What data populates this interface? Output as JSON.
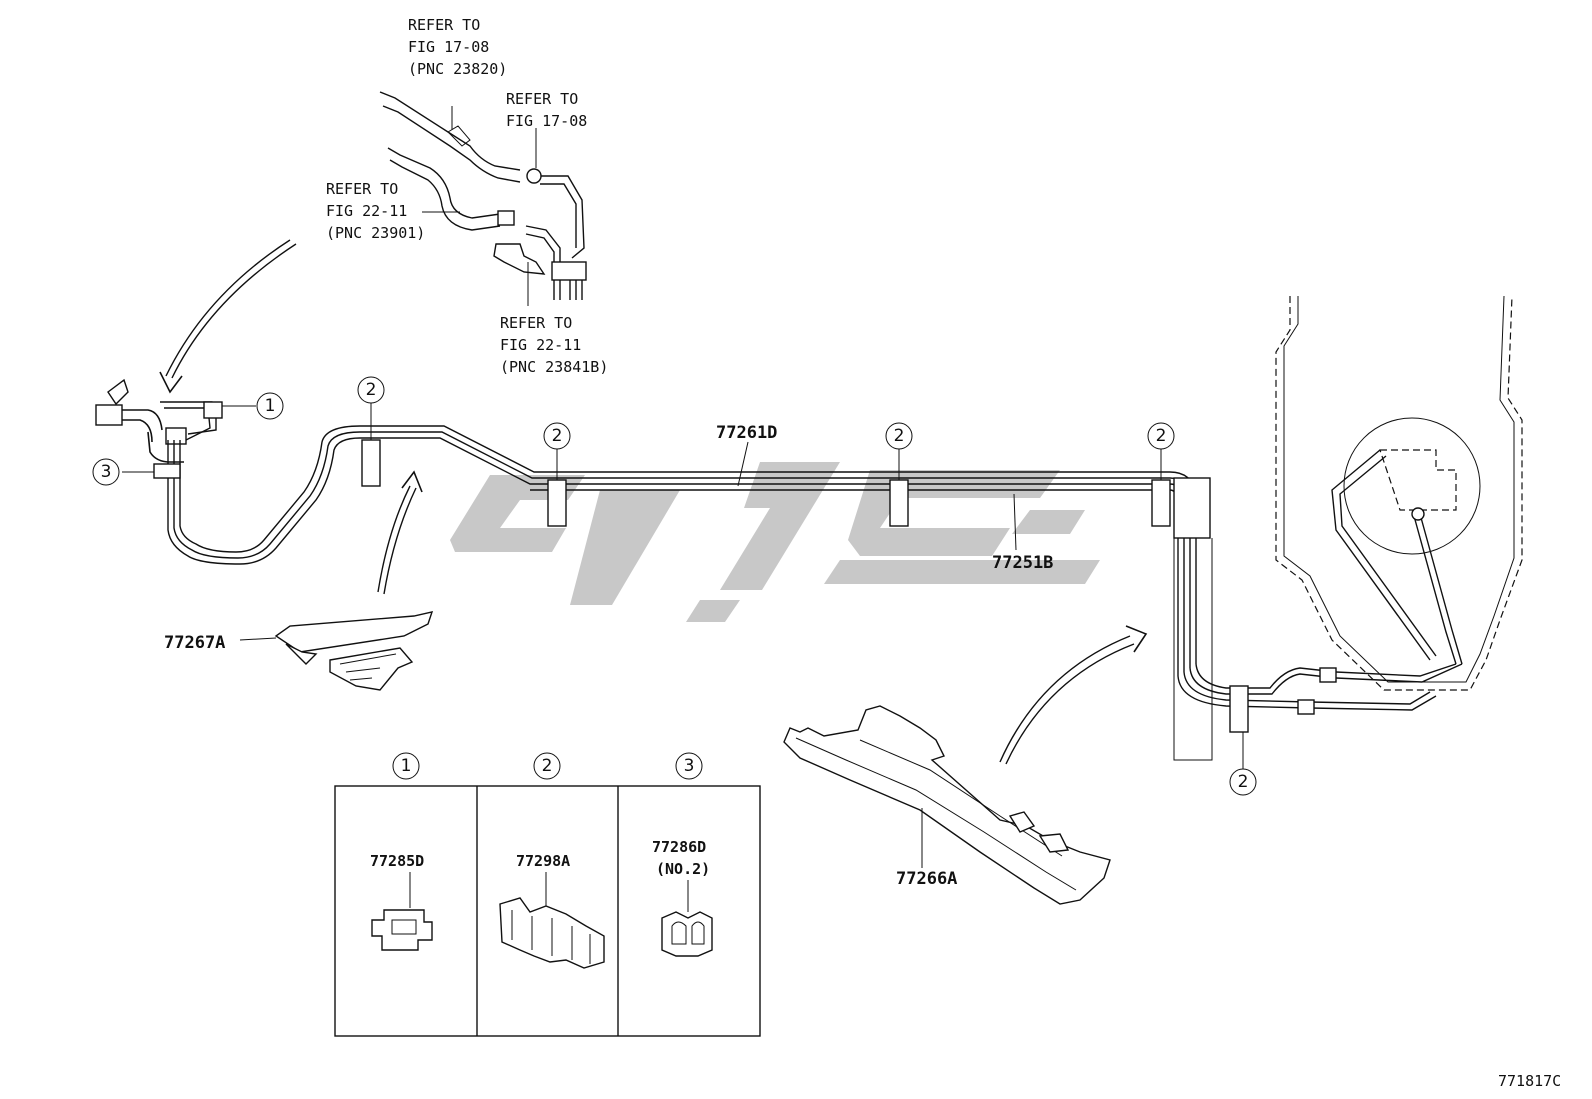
{
  "references": {
    "ref1": [
      "REFER TO",
      "FIG 17-08",
      "(PNC 23820)"
    ],
    "ref2": [
      "REFER TO",
      "FIG 17-08"
    ],
    "ref3": [
      "REFER TO",
      "FIG 22-11",
      "(PNC 23901)"
    ],
    "ref4": [
      "REFER TO",
      "FIG 22-11",
      "(PNC 23841B)"
    ]
  },
  "parts": {
    "p77261D": "77261D",
    "p77251B": "77251B",
    "p77267A": "77267A",
    "p77266A": "77266A"
  },
  "callouts": {
    "c1": "1",
    "c2": "2",
    "c3": "3"
  },
  "legend": [
    {
      "number": "1",
      "part": "77285D",
      "note": ""
    },
    {
      "number": "2",
      "part": "77298A",
      "note": ""
    },
    {
      "number": "3",
      "part": "77286D",
      "note": "(NO.2)"
    }
  ],
  "figure_code": "771817C"
}
